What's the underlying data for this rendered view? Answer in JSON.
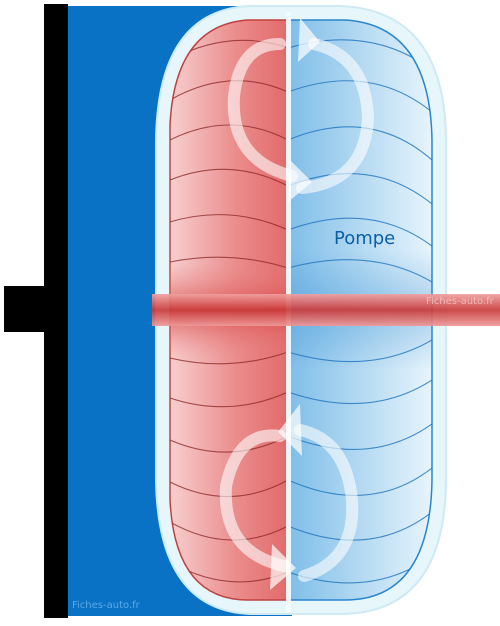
{
  "labels": {
    "pump": "Pompe"
  },
  "watermarks": {
    "shaft": "Fiches-auto.fr",
    "corner": "Fiches-auto.fr"
  },
  "colors": {
    "housing": "#0a72c4",
    "shell": "#e6f6fb",
    "turbine_red": "#e36b6b",
    "turbine_red_light": "#f6c5c5",
    "pump_blue": "#78b8e6",
    "pump_blue_light": "#e2f1fb",
    "shaft_red": "#d84b4b",
    "black": "#000000"
  },
  "icons": {
    "flow_arrows": "circular-arrow-icon"
  }
}
